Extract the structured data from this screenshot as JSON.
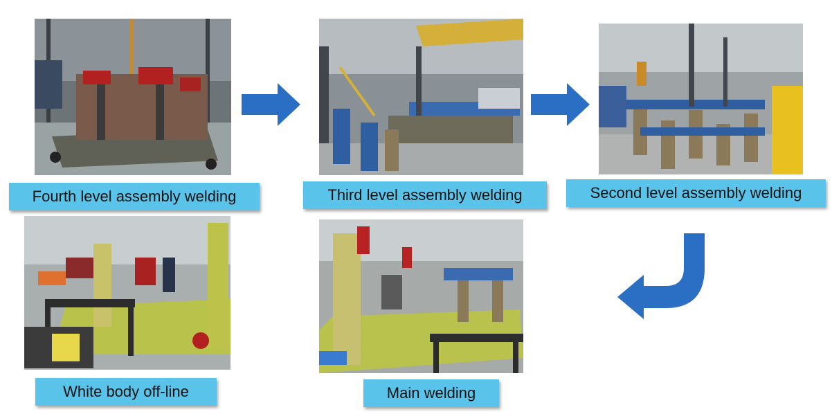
{
  "steps": {
    "fourth": "Fourth level assembly welding",
    "third": "Third level assembly welding",
    "second": "Second level assembly welding",
    "main": "Main welding",
    "offline": "White body off-line"
  },
  "colors": {
    "label_bg": "#5ac3ea",
    "arrow": "#2a6fc4"
  }
}
